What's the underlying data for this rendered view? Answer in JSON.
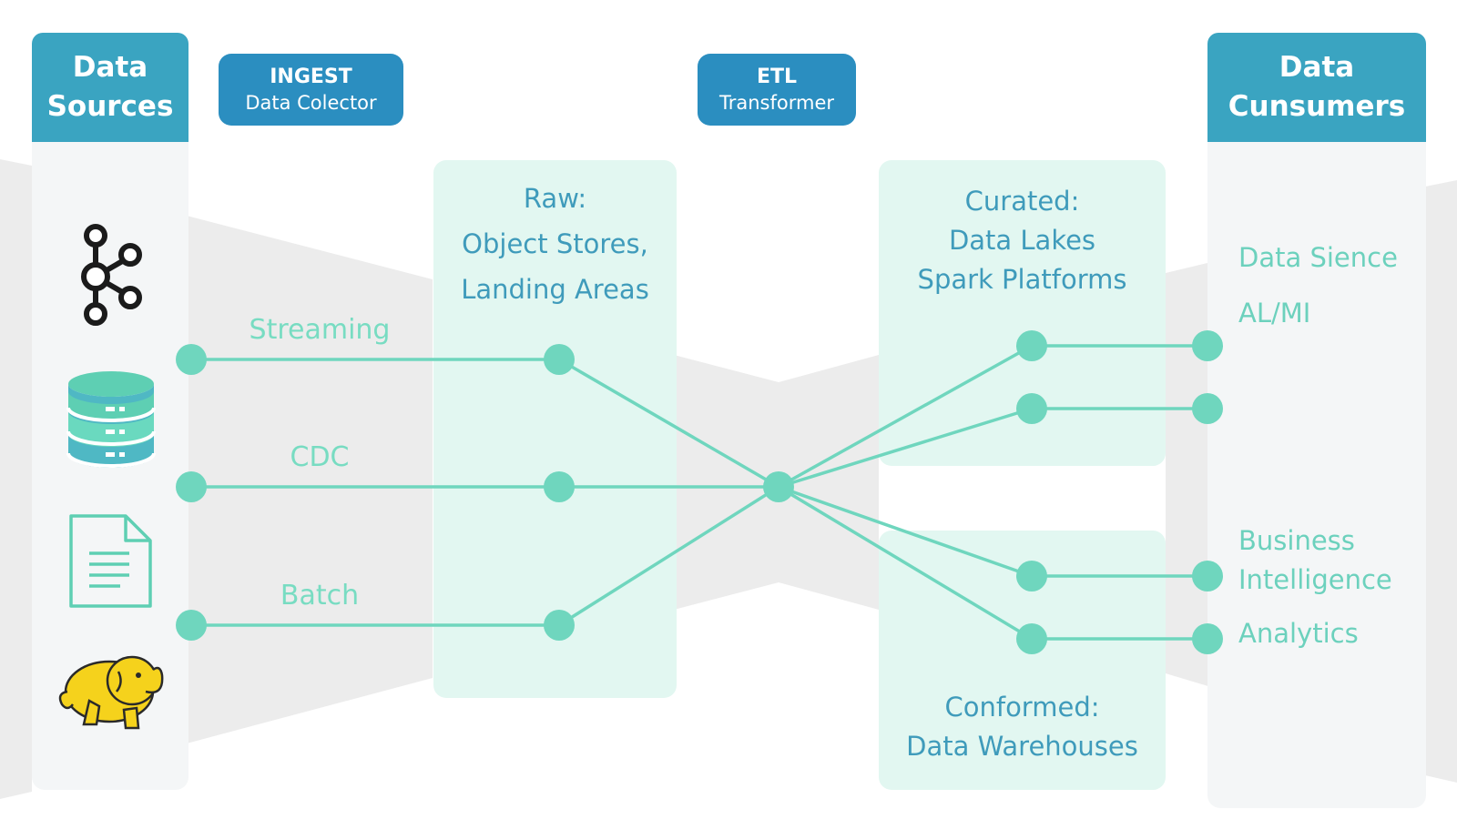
{
  "header": {
    "sources_line1": "Data",
    "sources_line2": "Sources",
    "consumers_line1": "Data",
    "consumers_line2": "Cunsumers"
  },
  "ingest": {
    "line1": "INGEST",
    "line2": "Data Colector"
  },
  "etl": {
    "line1": "ETL",
    "line2": "Transformer"
  },
  "raw_zone": {
    "line1": "Raw:",
    "line2": "Object Stores,",
    "line3": "Landing Areas"
  },
  "curated_zone": {
    "line1": "Curated:",
    "line2": "Data Lakes",
    "line3": "Spark Platforms"
  },
  "conformed_zone": {
    "line1": "Conformed:",
    "line2": "Data Warehouses"
  },
  "channels": {
    "streaming": "Streaming",
    "cdc": "CDC",
    "batch": "Batch"
  },
  "consumers": {
    "data_science": "Data Sience",
    "ai_ml": "AL/MI",
    "bi_line1": "Business",
    "bi_line2": "Intelligence",
    "analytics": "Analytics"
  },
  "sources_icons": [
    "kafka-icon",
    "database-icon",
    "document-icon",
    "hadoop-elephant-icon"
  ],
  "colors": {
    "header": "#3aa4c1",
    "pill": "#2b8ec0",
    "line": "#6fd6be",
    "zone": "#e2f7f1",
    "zone_text": "#3f9bbb",
    "channel_text": "#78dcc2",
    "consumer_text": "#6cd1bd",
    "band": "#ececec",
    "panel": "#f4f6f7"
  }
}
